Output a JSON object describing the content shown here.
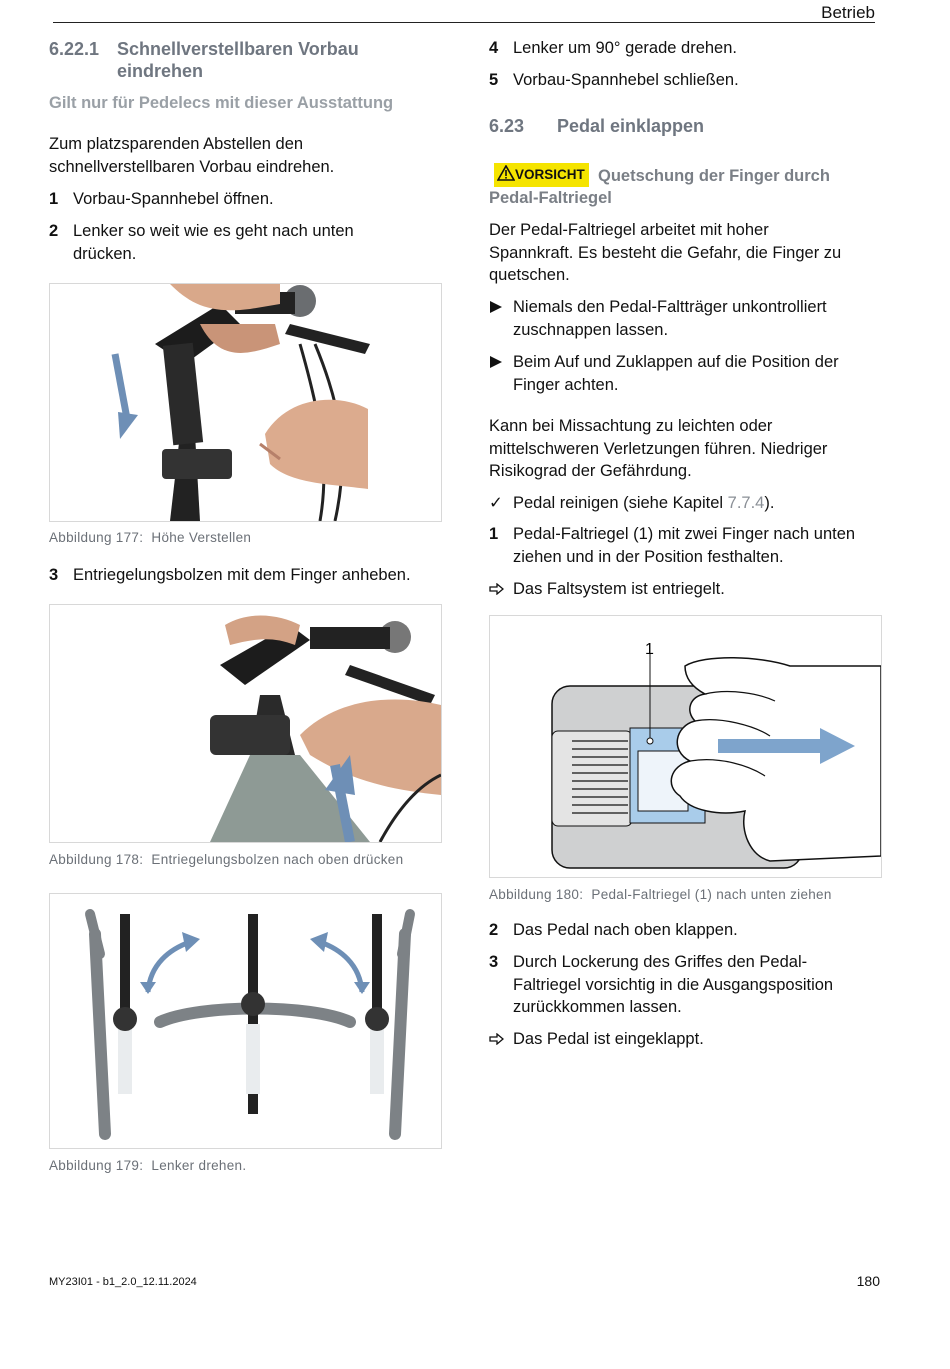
{
  "header": {
    "title": "Betrieb"
  },
  "left": {
    "section_num": "6.22.1",
    "section_title_1": "Schnellverstellbaren Vorbau",
    "section_title_2": "eindrehen",
    "applies_to": "Gilt nur für Pedelecs mit dieser Ausstattung",
    "intro_1": "Zum platzsparenden Abstellen den",
    "intro_2": "schnellverstellbaren Vorbau eindrehen.",
    "steps": [
      {
        "n": "1",
        "l1": "Vorbau-Spannhebel öffnen.",
        "l2": ""
      },
      {
        "n": "2",
        "l1": "Lenker so weit wie es geht nach unten",
        "l2": "drücken."
      },
      {
        "n": "3",
        "l1": "Entriegelungsbolzen mit dem Finger anheben.",
        "l2": ""
      }
    ],
    "fig177": {
      "label": "Abbildung 177:",
      "text": "Höhe Verstellen"
    },
    "fig178": {
      "label": "Abbildung 178:",
      "text": "Entriegelungsbolzen nach oben drücken"
    },
    "fig179": {
      "label": "Abbildung 179:",
      "text": "Lenker drehen."
    }
  },
  "right": {
    "steps_top": [
      {
        "n": "4",
        "l1": "Lenker um 90° gerade drehen."
      },
      {
        "n": "5",
        "l1": "Vorbau-Spannhebel schließen."
      }
    ],
    "section_num": "6.23",
    "section_title": "Pedal einklappen",
    "warning": {
      "badge": "VORSICHT",
      "title_1": "Quetschung der Finger durch",
      "title_2": "Pedal-Faltriegel",
      "text_1": "Der Pedal-Faltriegel arbeitet mit hoher",
      "text_2": "Spannkraft. Es besteht die Gefahr, die Finger zu",
      "text_3": "quetschen.",
      "b1_1": "Niemals den Pedal-Faltträger unkontrolliert",
      "b1_2": "zuschnappen lassen.",
      "b2_1": "Beim Auf und Zuklappen auf die Position der",
      "b2_2": "Finger achten.",
      "cons_1": "Kann bei Missachtung zu leichten oder",
      "cons_2": "mittelschweren Verletzungen führen. Niedriger",
      "cons_3": "Risikograd der Gefährdung."
    },
    "pre_text": "Pedal reinigen (siehe Kapitel ",
    "pre_link": "7.7.4",
    "pre_end": ").",
    "step1_l1": "Pedal-Faltriegel (1) mit zwei Finger nach unten",
    "step1_l2": "ziehen und in der Position festhalten.",
    "result1": "Das Faltsystem ist entriegelt.",
    "fig180": {
      "label": "Abbildung 180:",
      "text": "Pedal-Faltriegel (1) nach unten ziehen",
      "callout": "1"
    },
    "step2": "Das Pedal nach oben klappen.",
    "step3_l1": "Durch Lockerung des Griffes den Pedal-",
    "step3_l2": "Faltriegel vorsichtig in die Ausgangsposition",
    "step3_l3": "zurückkommen lassen.",
    "result2": "Das Pedal ist eingeklappt."
  },
  "footer": {
    "doc_id": "MY23I01 - b1_2.0_12.11.2024",
    "page": "180"
  }
}
